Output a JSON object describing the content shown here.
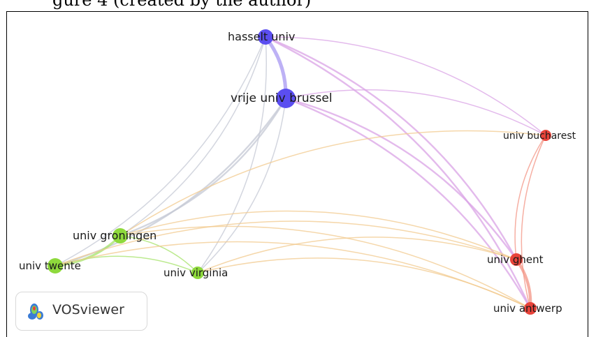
{
  "header_fragment": "gure 4 (created by the author)",
  "brand": {
    "name": "VOSviewer",
    "icon": "vosviewer-logo-icon"
  },
  "colors": {
    "blue": "#5b4ef0",
    "red": "#e8433a",
    "green": "#8ed93c"
  },
  "nodes": [
    {
      "id": "hasselt",
      "label": "hasselt univ",
      "cluster": "blue"
    },
    {
      "id": "vub",
      "label": "vrije univ brussel",
      "cluster": "blue"
    },
    {
      "id": "bucharest",
      "label": "univ bucharest",
      "cluster": "red"
    },
    {
      "id": "groningen",
      "label": "univ groningen",
      "cluster": "green"
    },
    {
      "id": "twente",
      "label": "univ twente",
      "cluster": "green"
    },
    {
      "id": "virginia",
      "label": "univ virginia",
      "cluster": "green"
    },
    {
      "id": "ghent",
      "label": "univ ghent",
      "cluster": "red"
    },
    {
      "id": "antwerp",
      "label": "univ antwerp",
      "cluster": "red"
    }
  ],
  "links": [
    {
      "source": "hasselt",
      "target": "vub",
      "strength": 5
    },
    {
      "source": "hasselt",
      "target": "ghent",
      "strength": 2
    },
    {
      "source": "hasselt",
      "target": "antwerp",
      "strength": 2
    },
    {
      "source": "hasselt",
      "target": "bucharest",
      "strength": 1
    },
    {
      "source": "hasselt",
      "target": "groningen",
      "strength": 1
    },
    {
      "source": "hasselt",
      "target": "twente",
      "strength": 1
    },
    {
      "source": "hasselt",
      "target": "virginia",
      "strength": 1
    },
    {
      "source": "vub",
      "target": "ghent",
      "strength": 2
    },
    {
      "source": "vub",
      "target": "antwerp",
      "strength": 2
    },
    {
      "source": "vub",
      "target": "bucharest",
      "strength": 1
    },
    {
      "source": "vub",
      "target": "groningen",
      "strength": 2
    },
    {
      "source": "vub",
      "target": "twente",
      "strength": 2
    },
    {
      "source": "vub",
      "target": "virginia",
      "strength": 1
    },
    {
      "source": "ghent",
      "target": "antwerp",
      "strength": 4
    },
    {
      "source": "ghent",
      "target": "bucharest",
      "strength": 1
    },
    {
      "source": "antwerp",
      "target": "bucharest",
      "strength": 1
    },
    {
      "source": "groningen",
      "target": "twente",
      "strength": 3
    },
    {
      "source": "groningen",
      "target": "virginia",
      "strength": 1
    },
    {
      "source": "groningen",
      "target": "ghent",
      "strength": 1
    },
    {
      "source": "groningen",
      "target": "antwerp",
      "strength": 1
    },
    {
      "source": "groningen",
      "target": "bucharest",
      "strength": 1
    },
    {
      "source": "twente",
      "target": "virginia",
      "strength": 1
    },
    {
      "source": "twente",
      "target": "ghent",
      "strength": 1
    },
    {
      "source": "twente",
      "target": "antwerp",
      "strength": 1
    },
    {
      "source": "virginia",
      "target": "ghent",
      "strength": 1
    },
    {
      "source": "virginia",
      "target": "antwerp",
      "strength": 1
    }
  ]
}
